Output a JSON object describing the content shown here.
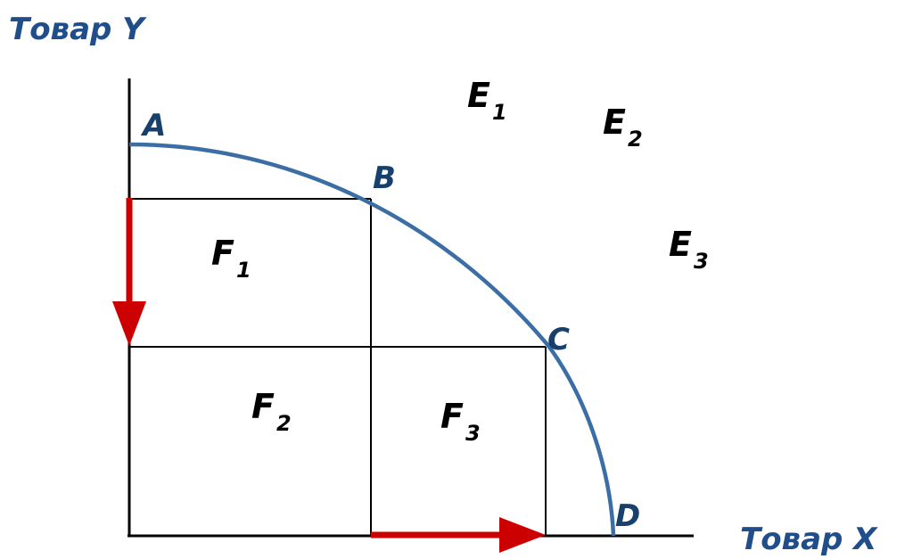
{
  "axes": {
    "y_title": "Товар Y",
    "x_title": "Товар X"
  },
  "points": [
    {
      "id": "A",
      "label": "A"
    },
    {
      "id": "B",
      "label": "B"
    },
    {
      "id": "C",
      "label": "C"
    },
    {
      "id": "D",
      "label": "D"
    }
  ],
  "regions": {
    "F1": {
      "letter": "F",
      "sub": "1"
    },
    "F2": {
      "letter": "F",
      "sub": "2"
    },
    "F3": {
      "letter": "F",
      "sub": "3"
    },
    "E1": {
      "letter": "E",
      "sub": "1"
    },
    "E2": {
      "letter": "E",
      "sub": "2"
    },
    "E3": {
      "letter": "E",
      "sub": "3"
    }
  },
  "colors": {
    "title_text": "#1f4e8a",
    "point_text": "#17406d",
    "curve": "#3a6ea5",
    "arrow": "#cc0000",
    "axis": "#000000"
  }
}
